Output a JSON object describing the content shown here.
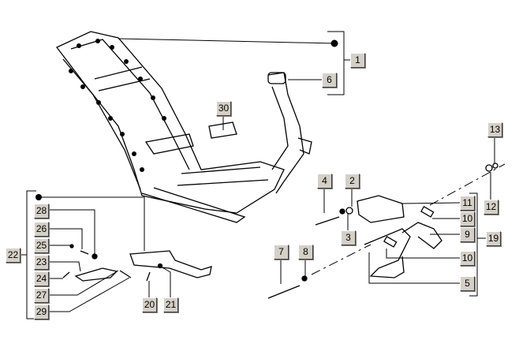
{
  "title": "Frame and stand exploded parts diagram",
  "callouts": [
    {
      "id": "1",
      "label": "1"
    },
    {
      "id": "6",
      "label": "6"
    },
    {
      "id": "30",
      "label": "30"
    },
    {
      "id": "13",
      "label": "13"
    },
    {
      "id": "4",
      "label": "4"
    },
    {
      "id": "2",
      "label": "2"
    },
    {
      "id": "12",
      "label": "12"
    },
    {
      "id": "11",
      "label": "11"
    },
    {
      "id": "10a",
      "label": "10"
    },
    {
      "id": "3",
      "label": "3"
    },
    {
      "id": "9",
      "label": "9"
    },
    {
      "id": "19",
      "label": "19"
    },
    {
      "id": "7",
      "label": "7"
    },
    {
      "id": "8",
      "label": "8"
    },
    {
      "id": "10b",
      "label": "10"
    },
    {
      "id": "5",
      "label": "5"
    },
    {
      "id": "22",
      "label": "22"
    },
    {
      "id": "28",
      "label": "28"
    },
    {
      "id": "26",
      "label": "26"
    },
    {
      "id": "25",
      "label": "25"
    },
    {
      "id": "23",
      "label": "23"
    },
    {
      "id": "24",
      "label": "24"
    },
    {
      "id": "27",
      "label": "27"
    },
    {
      "id": "29",
      "label": "29"
    },
    {
      "id": "20",
      "label": "20"
    },
    {
      "id": "21",
      "label": "21"
    }
  ]
}
